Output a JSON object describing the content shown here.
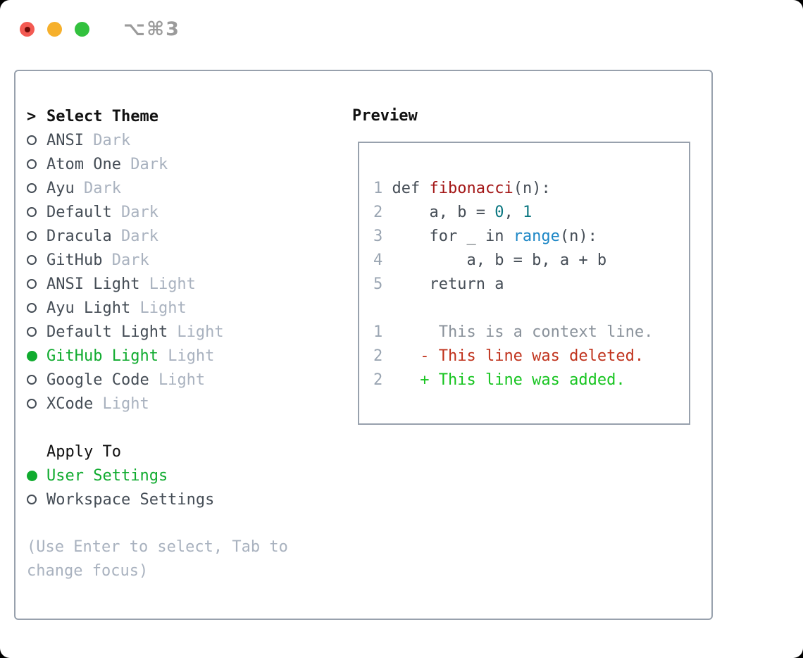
{
  "titlebar": {
    "shortcut": "⌥⌘3",
    "traffic_lights": [
      "close-button",
      "minimize-button",
      "zoom-button"
    ]
  },
  "theme_panel": {
    "prompt": ">",
    "title": "Select Theme",
    "items": [
      {
        "name": "ANSI",
        "variant": "Dark",
        "selected": false
      },
      {
        "name": "Atom One",
        "variant": "Dark",
        "selected": false
      },
      {
        "name": "Ayu",
        "variant": "Dark",
        "selected": false
      },
      {
        "name": "Default",
        "variant": "Dark",
        "selected": false
      },
      {
        "name": "Dracula",
        "variant": "Dark",
        "selected": false
      },
      {
        "name": "GitHub",
        "variant": "Dark",
        "selected": false
      },
      {
        "name": "ANSI Light",
        "variant": "Light",
        "selected": false
      },
      {
        "name": "Ayu Light",
        "variant": "Light",
        "selected": false
      },
      {
        "name": "Default Light",
        "variant": "Light",
        "selected": false
      },
      {
        "name": "GitHub Light",
        "variant": "Light",
        "selected": true
      },
      {
        "name": "Google Code",
        "variant": "Light",
        "selected": false
      },
      {
        "name": "XCode",
        "variant": "Light",
        "selected": false
      }
    ],
    "apply_title": "Apply To",
    "apply_options": [
      {
        "label": "User Settings",
        "selected": true
      },
      {
        "label": "Workspace Settings",
        "selected": false
      }
    ],
    "hint_lines": [
      "(Use Enter to select, Tab to",
      "change focus)"
    ]
  },
  "preview": {
    "title": "Preview",
    "lines": [
      {
        "num": "1",
        "tokens": [
          [
            "def ",
            "code"
          ],
          [
            "fibonacci",
            "function_name"
          ],
          [
            "(n):",
            "code"
          ]
        ]
      },
      {
        "num": "2",
        "tokens": [
          [
            "    a, b = ",
            "code"
          ],
          [
            "0",
            "number"
          ],
          [
            ", ",
            "code"
          ],
          [
            "1",
            "number"
          ]
        ]
      },
      {
        "num": "3",
        "tokens": [
          [
            "    for _ in ",
            "code"
          ],
          [
            "range",
            "builtin"
          ],
          [
            "(n):",
            "code"
          ]
        ]
      },
      {
        "num": "4",
        "tokens": [
          [
            "        a, b = b, a + b",
            "code"
          ]
        ]
      },
      {
        "num": "5",
        "tokens": [
          [
            "    return a",
            "code"
          ]
        ]
      },
      {
        "num": "",
        "tokens": []
      },
      {
        "num": "1",
        "tokens": [
          [
            "     This is a context line.",
            "diff_context"
          ]
        ]
      },
      {
        "num": "2",
        "tokens": [
          [
            "   - This line was deleted.",
            "diff_deleted"
          ]
        ]
      },
      {
        "num": "2",
        "tokens": [
          [
            "   + This line was added.",
            "diff_added"
          ]
        ]
      }
    ]
  },
  "colors": {
    "heading": "#111111",
    "text": "#454d56",
    "muted": "#a9b2bf",
    "selected_green": "#10ab2f",
    "border": "#98a1ad",
    "linenum": "#9aa5b2",
    "code": "#454d56",
    "function_name": "#a31616",
    "number": "#0a7680",
    "builtin": "#1d87c6",
    "diff_context": "#8a929b",
    "diff_deleted": "#c0321c",
    "diff_added": "#16c41f",
    "traffic_red": "#f35a52",
    "traffic_red_dot": "#6e0b07",
    "traffic_yellow": "#f6b02c",
    "traffic_green": "#33c13e",
    "shortcut": "#9b9b9b"
  }
}
